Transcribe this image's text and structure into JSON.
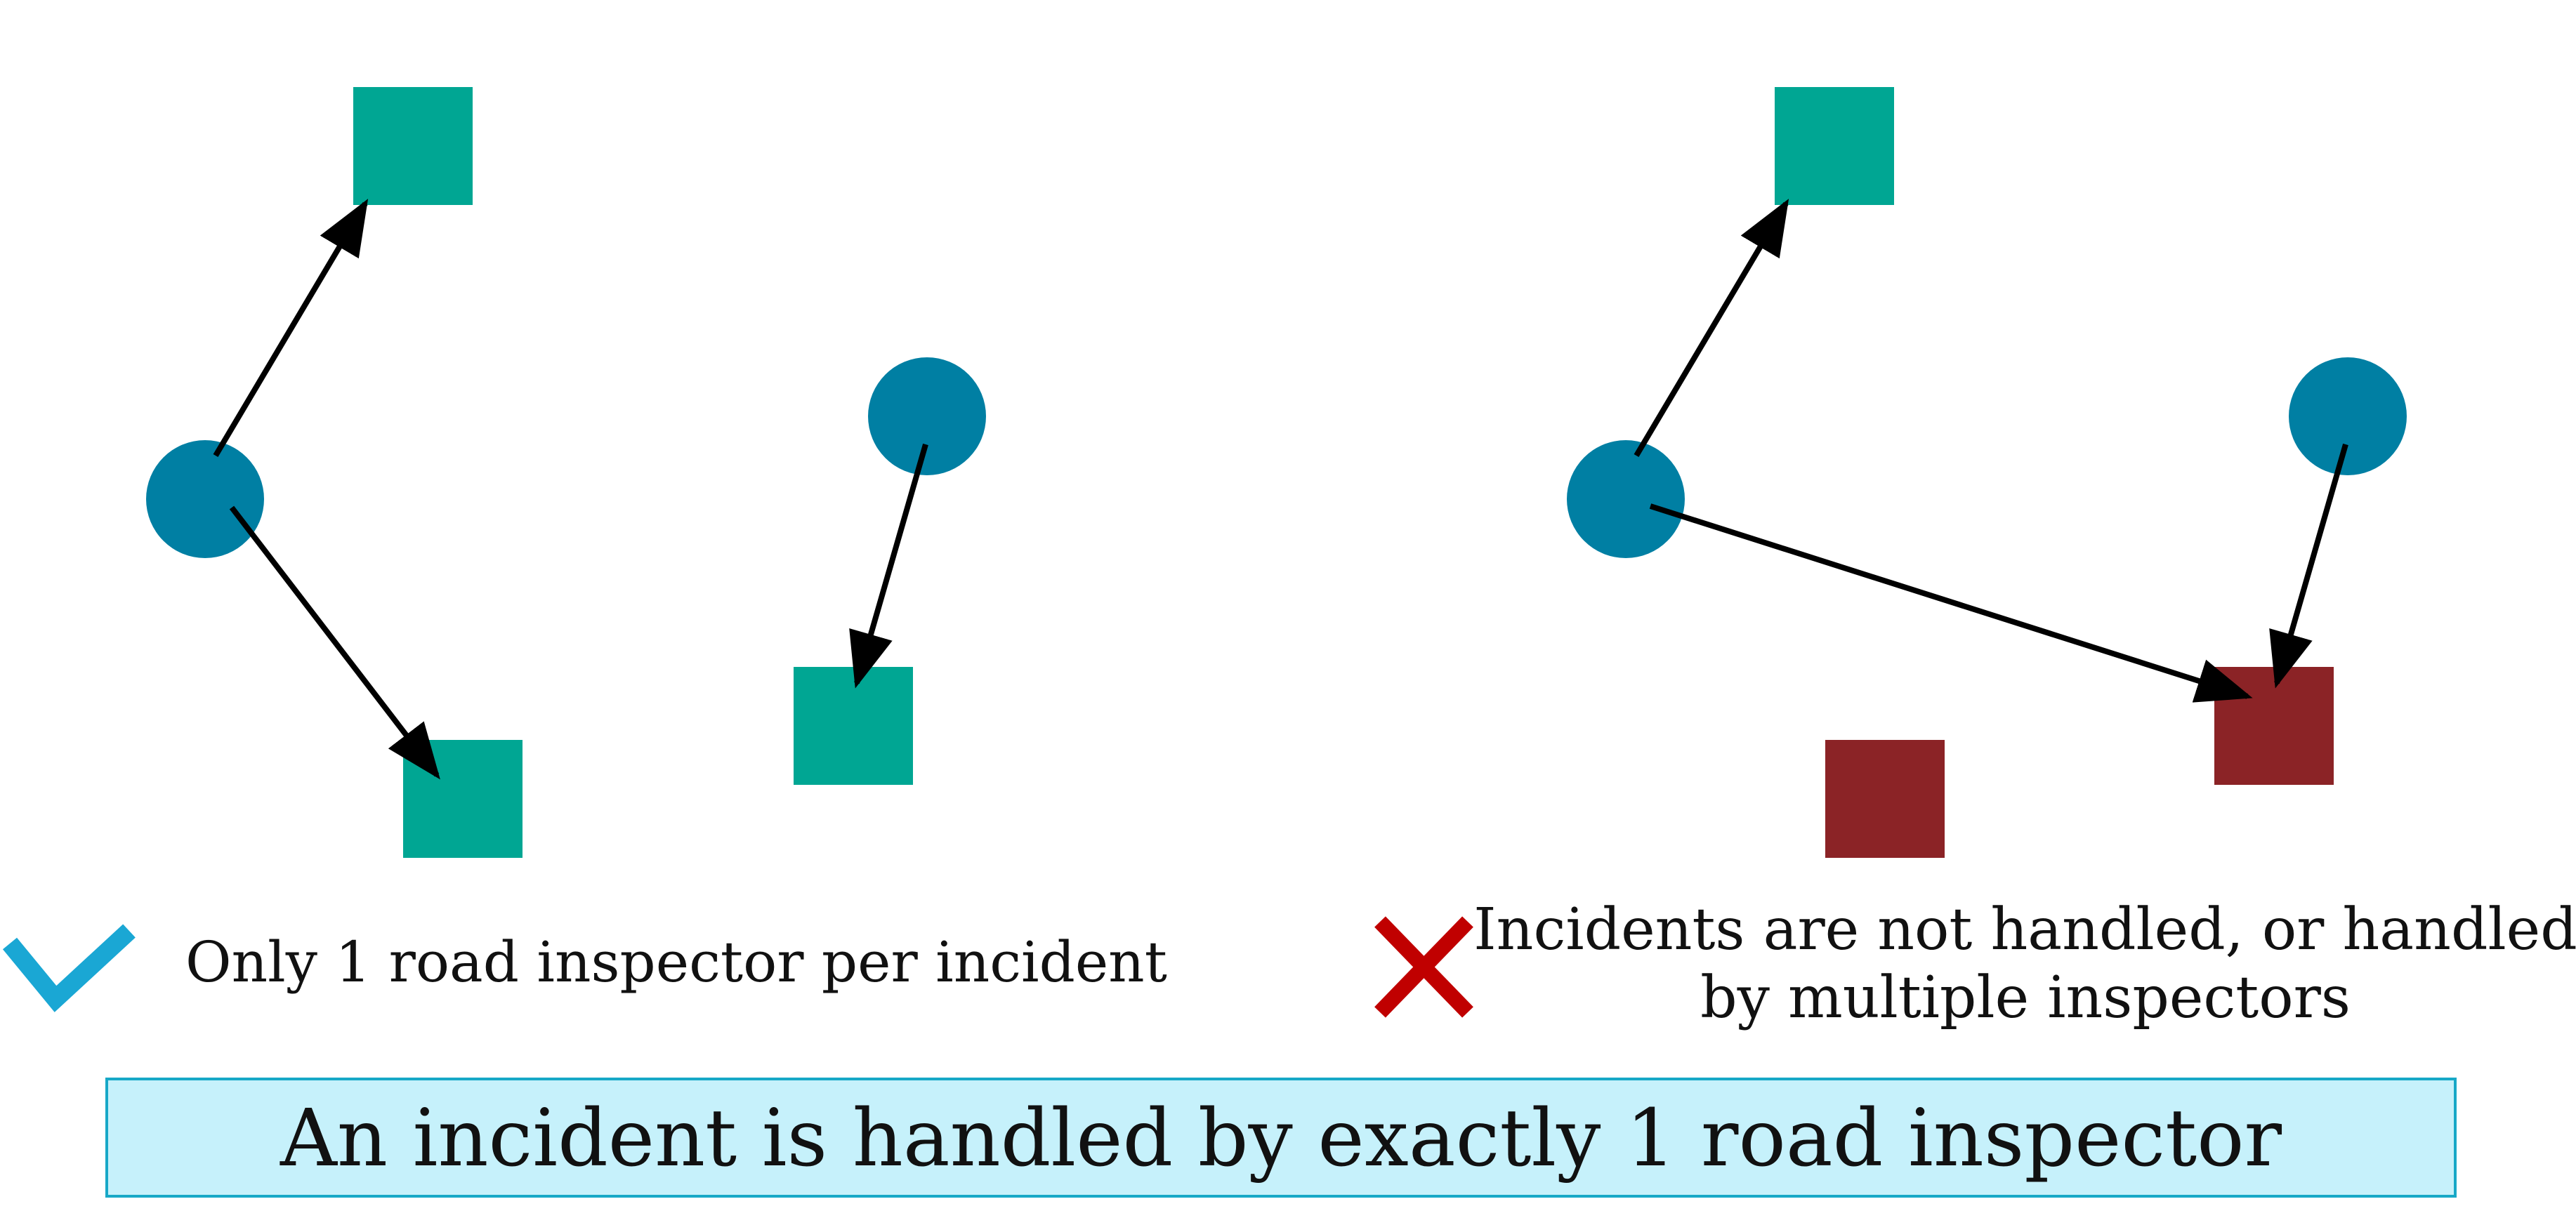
{
  "colors": {
    "inspector": "#007FA3",
    "incident_ok": "#00A693",
    "incident_bad": "#8B2326",
    "arrow": "#000000",
    "check": "#1AA7D4",
    "cross": "#C00000",
    "banner_fill": "#C6F1FB",
    "banner_border": "#17A8C7"
  },
  "icons": {
    "valid": "check-icon",
    "invalid": "cross-icon"
  },
  "valid_example": {
    "caption": "Only 1 road inspector per incident"
  },
  "invalid_example": {
    "caption_line1": "Incidents are not handled, or handled",
    "caption_line2": "by multiple inspectors"
  },
  "rule_banner": {
    "text": "An incident is handled by exactly 1 road inspector"
  }
}
